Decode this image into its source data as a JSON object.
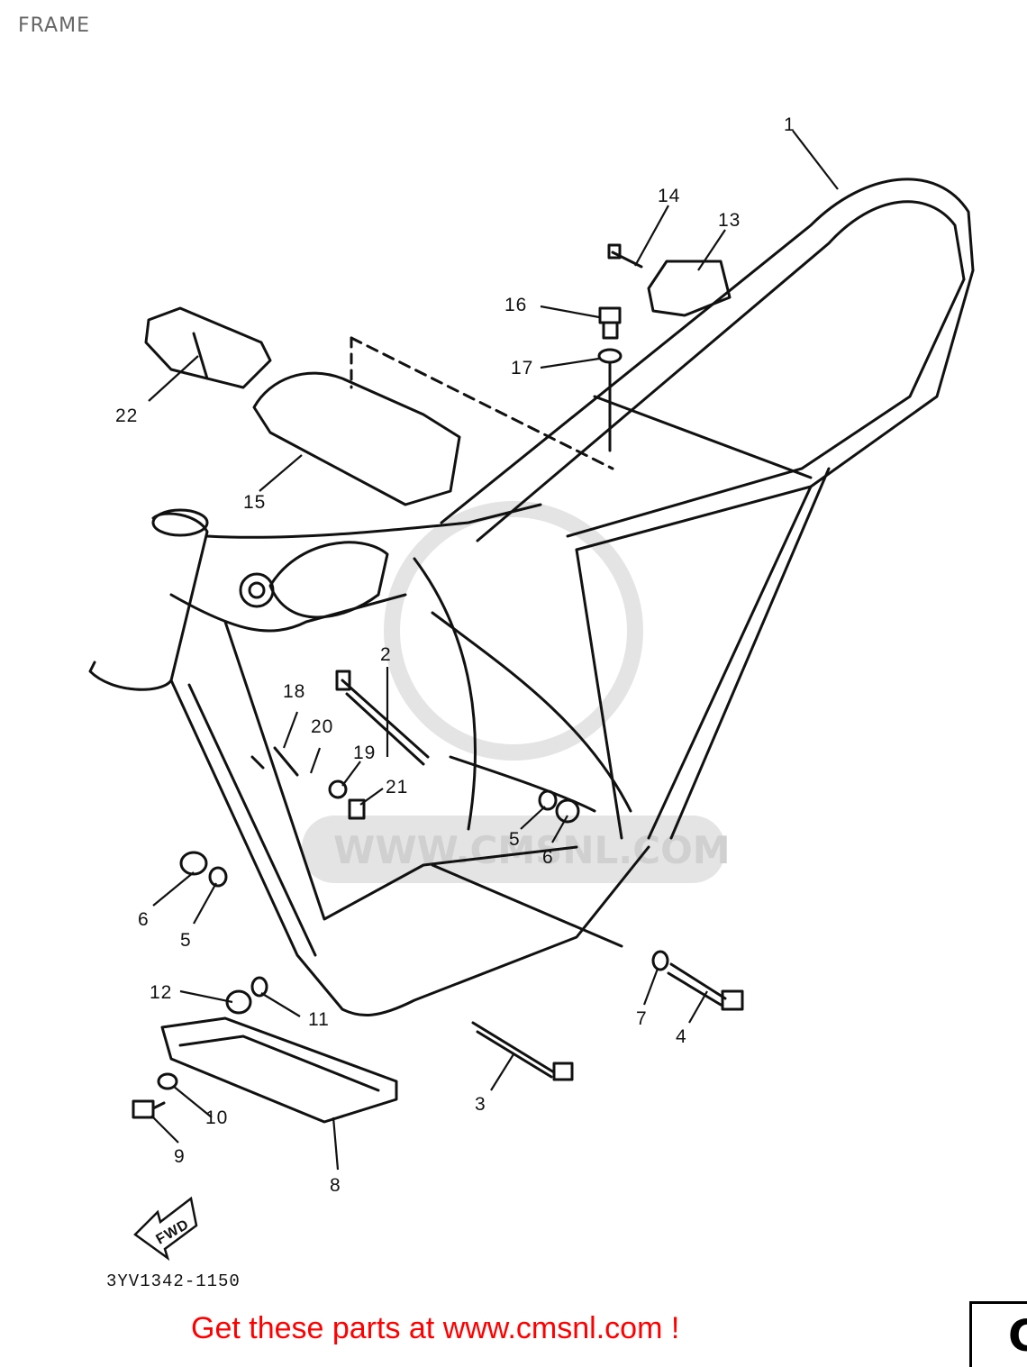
{
  "page_title": "FRAME",
  "diagram_code": "3YV1342-1150",
  "fwd_label": "FWD",
  "watermark_text": "WWW.CMSNL.COM",
  "footer_text": "Get these parts at www.cmsnl.com !",
  "corner_glyph": "C",
  "part_numbers": {
    "p1": "1",
    "p2": "2",
    "p3": "3",
    "p4": "4",
    "p5a": "5",
    "p5b": "5",
    "p6a": "6",
    "p6b": "6",
    "p7": "7",
    "p8": "8",
    "p9": "9",
    "p10": "10",
    "p11": "11",
    "p12": "12",
    "p13": "13",
    "p14": "14",
    "p15": "15",
    "p16": "16",
    "p17": "17",
    "p18": "18",
    "p19": "19",
    "p20": "20",
    "p21": "21",
    "p22": "22"
  },
  "colors": {
    "line": "#111111",
    "footer": "#ff0000",
    "watermark": "#d0d0d0"
  }
}
